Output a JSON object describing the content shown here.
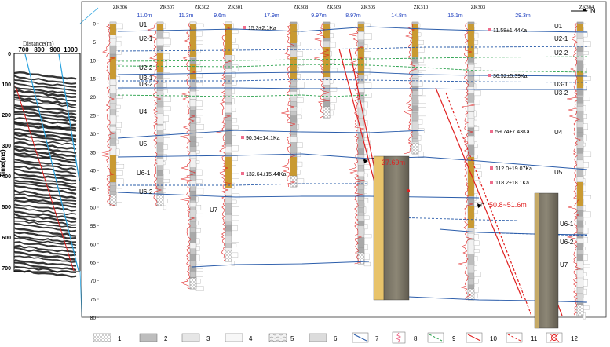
{
  "seismic": {
    "xlabel": "Distance(m)",
    "xticks": [
      "700",
      "800",
      "900",
      "1000"
    ],
    "ylabel": "Time(ms)",
    "yticks": [
      "0",
      "100",
      "200",
      "300",
      "400",
      "500",
      "600",
      "700"
    ]
  },
  "north": "N",
  "depth_ticks": [
    "0",
    "5",
    "10",
    "15",
    "20",
    "25",
    "30",
    "35",
    "40",
    "45",
    "50",
    "55",
    "60",
    "65",
    "70",
    "75",
    "80"
  ],
  "boreholes": [
    {
      "id": "ZK306"
    },
    {
      "id": "ZK307"
    },
    {
      "id": "ZK302"
    },
    {
      "id": "ZK301"
    },
    {
      "id": "ZK308"
    },
    {
      "id": "ZK509"
    },
    {
      "id": "ZK305"
    },
    {
      "id": "ZK310"
    },
    {
      "id": "ZK303"
    },
    {
      "id": "ZK304"
    }
  ],
  "spacings": [
    "11.0m",
    "11.3m",
    "9.6m",
    "17.9m",
    "9.97m",
    "8.97m",
    "14.8m",
    "15.1m",
    "29.3m"
  ],
  "units_left": [
    "U1",
    "U2-1",
    "U2-2",
    "U3-1",
    "U3-2",
    "U4",
    "U5",
    "U6-1",
    "U6-2",
    "U7"
  ],
  "units_right": [
    "U1",
    "U2-1",
    "U2-2",
    "U3-1",
    "U3-2",
    "U4",
    "U5",
    "U6-1",
    "U6-2",
    "U7"
  ],
  "ages_zk301": [
    "15.3±2.1Ka",
    "90.64±14.1Ka",
    "132.64±15.44Ka"
  ],
  "ages_zk303": [
    "11.58±1.44Ka",
    "36.52±5.39Ka",
    "59.74±7.43Ka",
    "112.0±19.07Ka",
    "118.2±18.1Ka"
  ],
  "fault_depths": [
    "37.69m",
    "50.8~51.6m"
  ],
  "legend": [
    "1",
    "2",
    "3",
    "4",
    "5",
    "6",
    "7",
    "8",
    "9",
    "10",
    "11",
    "12"
  ],
  "colors": {
    "sand": "#c99a32",
    "gray": "#bfbfbf",
    "blue": "#2a5caa",
    "green": "#2ca24e",
    "red": "#e01f1f",
    "pink": "#ee6d8c",
    "spacing": "#1e3fbf"
  }
}
